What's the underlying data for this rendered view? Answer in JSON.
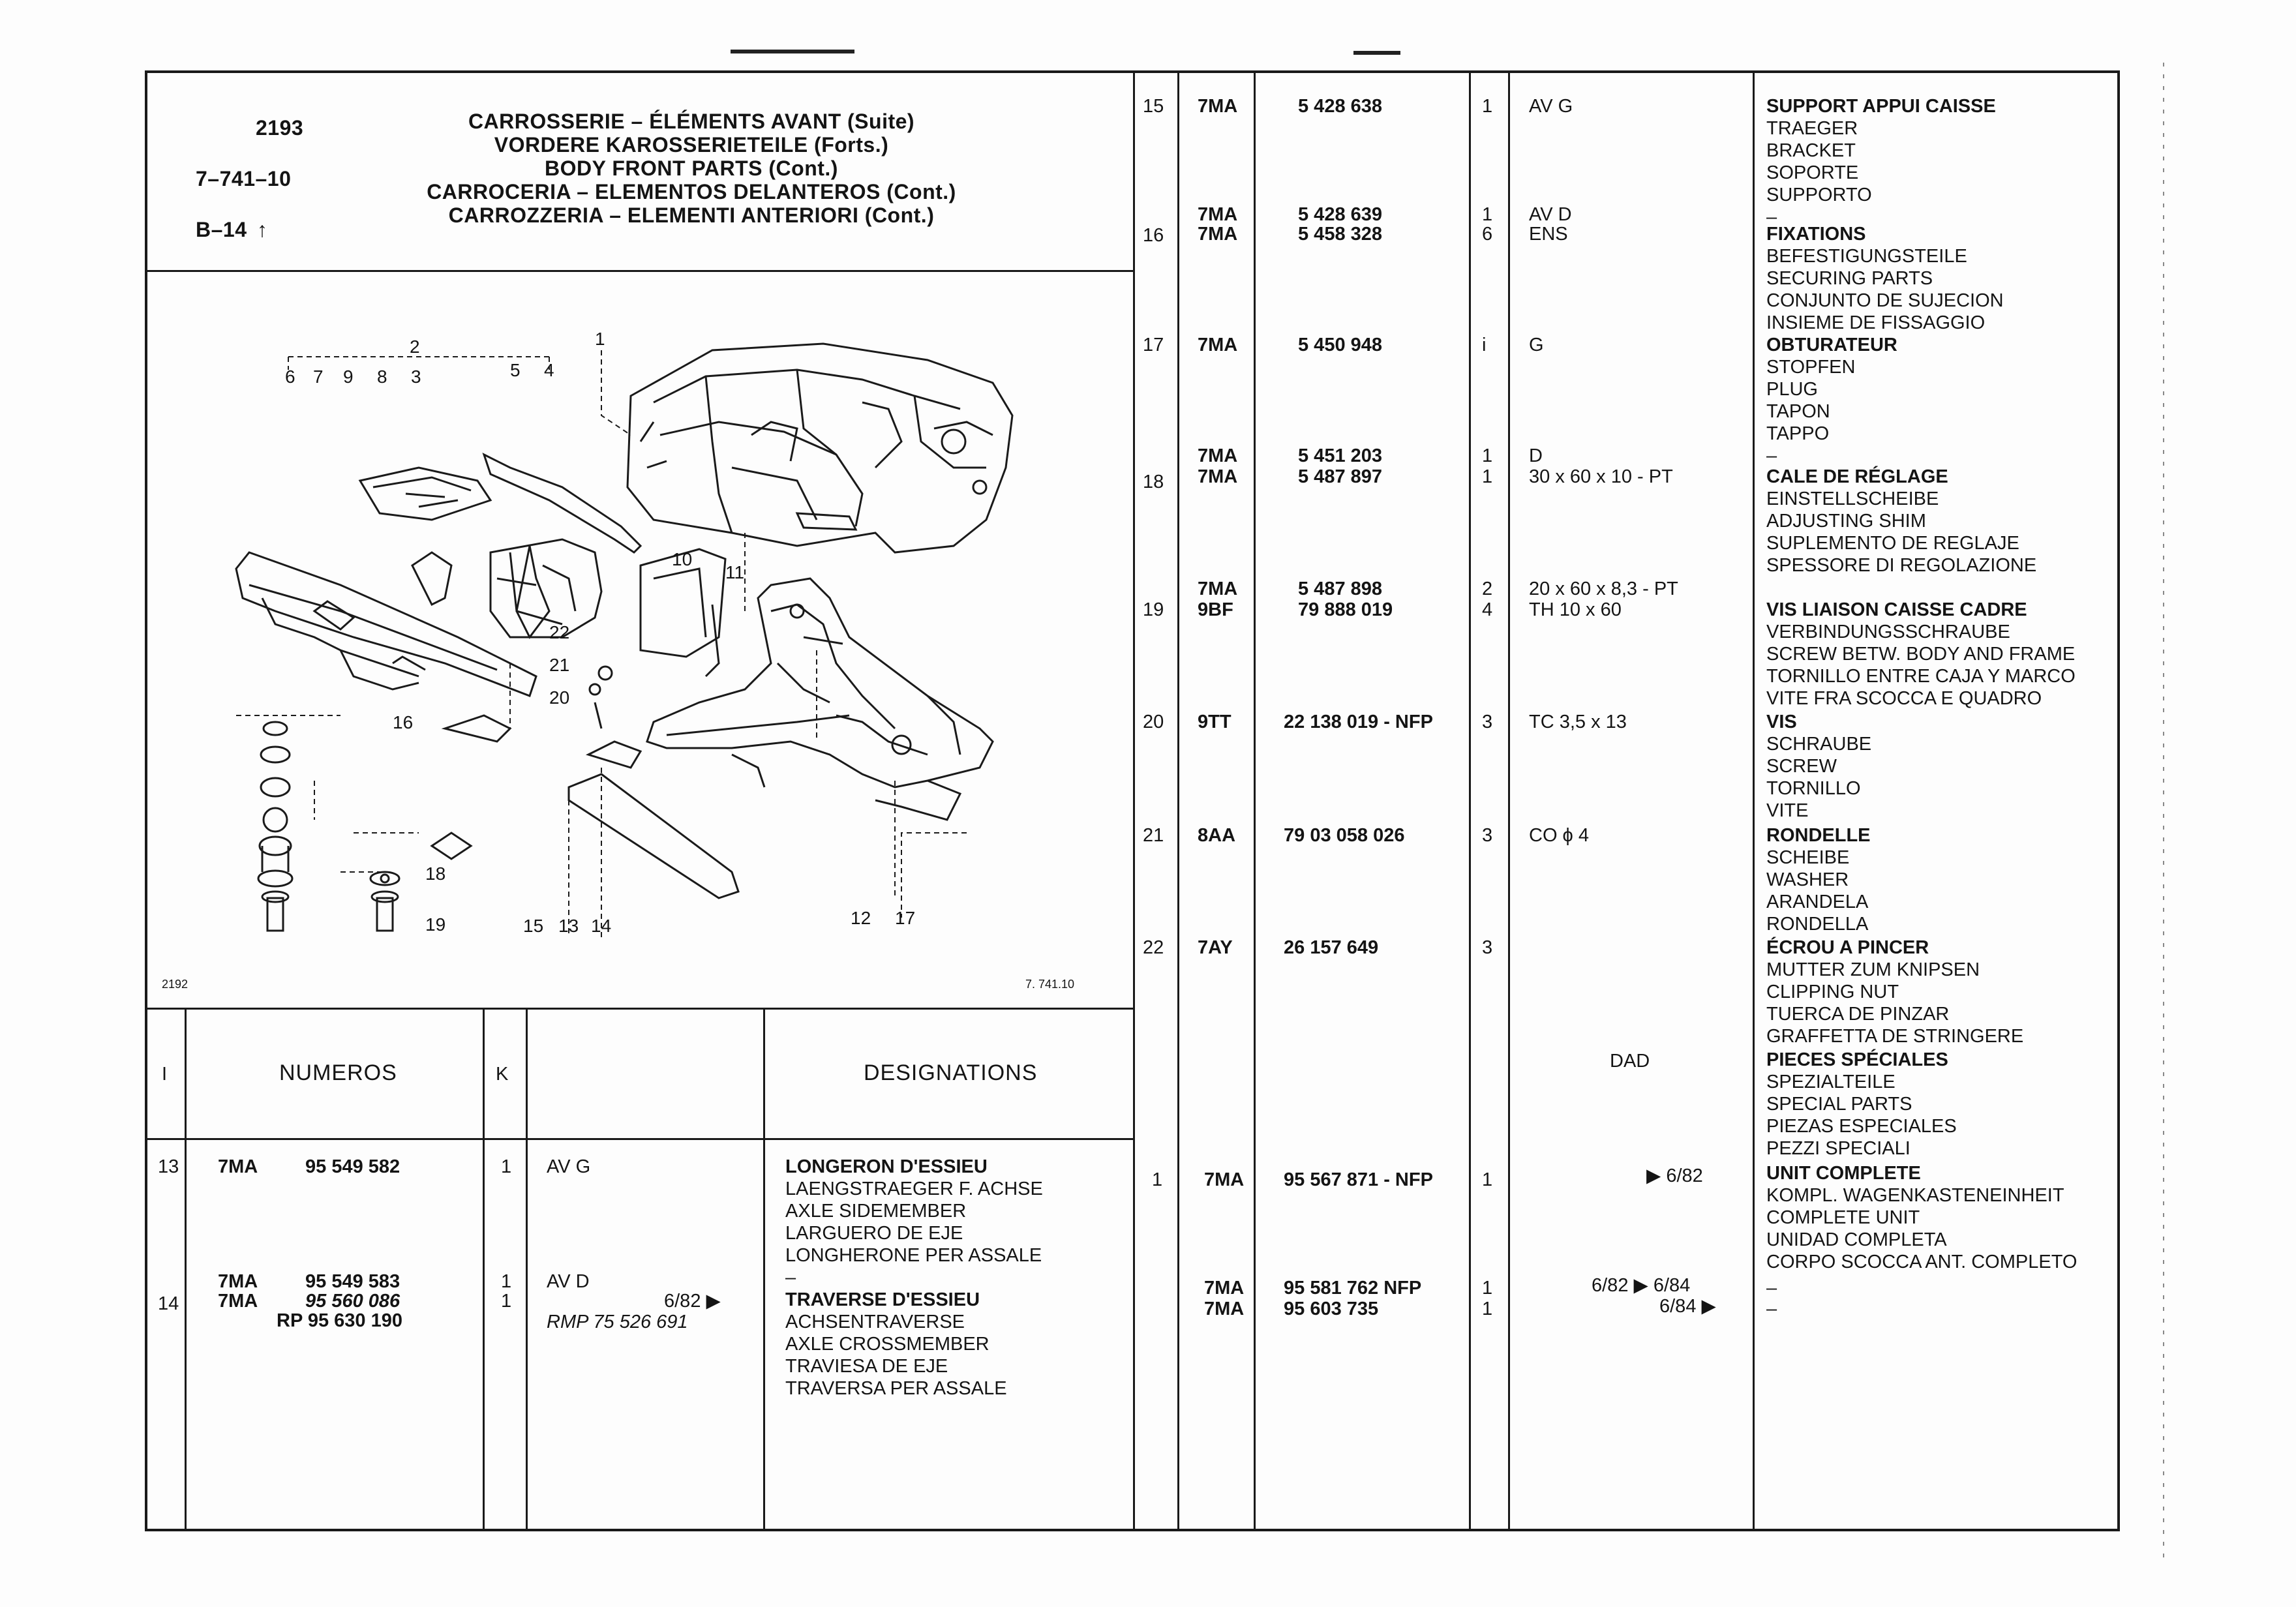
{
  "header": {
    "code": "2193",
    "ref1": "7–741–10",
    "ref2": "B–14",
    "titles": [
      "CARROSSERIE – ÉLÉMENTS AVANT (Suite)",
      "VORDERE KAROSSERIETEILE (Forts.)",
      "BODY FRONT PARTS (Cont.)",
      "CARROCERIA – ELEMENTOS DELANTEROS (Cont.)",
      "CARROZZERIA – ELEMENTI ANTERIORI (Cont.)"
    ]
  },
  "figure": {
    "code_left": "2192",
    "code_right": "7. 741.10",
    "callouts": [
      "1",
      "2",
      "3",
      "4",
      "5",
      "6",
      "7",
      "8",
      "9",
      "10",
      "11",
      "12",
      "13",
      "14",
      "15",
      "16",
      "17",
      "18",
      "19",
      "20",
      "21",
      "22"
    ]
  },
  "table_header": {
    "col_index": "I",
    "col_numbers": "NUMEROS",
    "col_k": "K",
    "col_designations": "DESIGNATIONS"
  },
  "left_rows": [
    {
      "index": "13",
      "prefixes": [
        "7MA"
      ],
      "numbers": [
        "95 549 582"
      ],
      "qty": [
        "1"
      ],
      "spec": [
        "AV G"
      ],
      "designations": [
        "LONGERON D'ESSIEU",
        "LAENGSTRAEGER F. ACHSE",
        "AXLE SIDEMEMBER",
        "LARGUERO DE EJE",
        "LONGHERONE PER ASSALE",
        "–"
      ]
    },
    {
      "index": "14",
      "prefixes": [
        "7MA",
        "7MA"
      ],
      "numbers": [
        "95 549 583",
        "95 560 086",
        "RP 95 630 190"
      ],
      "qty": [
        "1",
        "1"
      ],
      "spec": [
        "AV D",
        "RMP 75 526 691"
      ],
      "date": "6/82 ▶",
      "designations": [
        "TRAVERSE D'ESSIEU",
        "ACHSENTRAVERSE",
        "AXLE CROSSMEMBER",
        "TRAVIESA DE EJE",
        "TRAVERSA PER ASSALE"
      ]
    }
  ],
  "right_rows": [
    {
      "index": "15",
      "prefix": "7MA",
      "number": "5 428 638",
      "qty": "1",
      "spec": "AV G",
      "designations": [
        "SUPPORT APPUI CAISSE",
        "TRAEGER",
        "BRACKET",
        "SOPORTE",
        "SUPPORTO",
        "–"
      ]
    },
    {
      "index": "",
      "prefix": "7MA",
      "number": "5 428 639",
      "qty": "1",
      "spec": "AV D"
    },
    {
      "index": "16",
      "prefix": "7MA",
      "number": "5 458 328",
      "qty": "6",
      "spec": "ENS",
      "designations": [
        "FIXATIONS",
        "BEFESTIGUNGSTEILE",
        "SECURING PARTS",
        "CONJUNTO DE SUJECION",
        "INSIEME DE FISSAGGIO"
      ]
    },
    {
      "index": "17",
      "prefix": "7MA",
      "number": "5 450 948",
      "qty": "i",
      "spec": "G",
      "designations": [
        "OBTURATEUR",
        "STOPFEN",
        "PLUG",
        "TAPON",
        "TAPPO",
        "–"
      ]
    },
    {
      "index": "",
      "prefix": "7MA",
      "number": "5 451 203",
      "qty": "1",
      "spec": "D"
    },
    {
      "index": "18",
      "prefix": "7MA",
      "number": "5 487 897",
      "qty": "1",
      "spec": "30 x 60 x 10 - PT",
      "designations": [
        "CALE DE RÉGLAGE",
        "EINSTELLSCHEIBE",
        "ADJUSTING SHIM",
        "SUPLEMENTO DE REGLAJE",
        "SPESSORE DI REGOLAZIONE"
      ]
    },
    {
      "index": "",
      "prefix": "7MA",
      "number": "5 487 898",
      "qty": "2",
      "spec": "20 x 60 x 8,3 - PT"
    },
    {
      "index": "19",
      "prefix": "9BF",
      "number": "79 888 019",
      "qty": "4",
      "spec": "TH 10 x 60",
      "designations": [
        "VIS LIAISON CAISSE CADRE",
        "VERBINDUNGSSCHRAUBE",
        "SCREW BETW. BODY AND FRAME",
        "TORNILLO ENTRE CAJA Y MARCO",
        "VITE FRA SCOCCA E QUADRO"
      ]
    },
    {
      "index": "20",
      "prefix": "9TT",
      "number": "22 138 019 - NFP",
      "qty": "3",
      "spec": "TC 3,5 x 13",
      "designations": [
        "VIS",
        "SCHRAUBE",
        "SCREW",
        "TORNILLO",
        "VITE"
      ]
    },
    {
      "index": "21",
      "prefix": "8AA",
      "number": "79 03 058 026",
      "qty": "3",
      "spec": "CO ϕ 4",
      "designations": [
        "RONDELLE",
        "SCHEIBE",
        "WASHER",
        "ARANDELA",
        "RONDELLA"
      ]
    },
    {
      "index": "22",
      "prefix": "7AY",
      "number": "26 157 649",
      "qty": "3",
      "spec": "",
      "designations": [
        "ÉCROU A PINCER",
        "MUTTER ZUM KNIPSEN",
        "CLIPPING NUT",
        "TUERCA DE PINZAR",
        "GRAFFETTA DE STRINGERE"
      ]
    },
    {
      "index": "",
      "prefix": "",
      "number": "",
      "qty": "",
      "spec": "DAD",
      "designations": [
        "PIECES SPÉCIALES",
        "SPEZIALTEILE",
        "SPECIAL PARTS",
        "PIEZAS ESPECIALES",
        "PEZZI SPECIALI"
      ]
    },
    {
      "index": "1",
      "prefix": "7MA",
      "number": "95 567 871 - NFP",
      "qty": "1",
      "spec": "▶ 6/82",
      "designations": [
        "UNIT COMPLETE",
        "KOMPL. WAGENKASTENEINHEIT",
        "COMPLETE UNIT",
        "UNIDAD COMPLETA",
        "CORPO SCOCCA ANT. COMPLETO"
      ]
    },
    {
      "index": "",
      "prefix": "7MA",
      "number": "95 581 762 NFP",
      "qty": "1",
      "spec": "6/82 ▶ 6/84",
      "designations": [
        "–"
      ]
    },
    {
      "index": "",
      "prefix": "7MA",
      "number": "95 603 735",
      "qty": "1",
      "spec": "6/84 ▶",
      "designations": [
        "–"
      ]
    }
  ],
  "colors": {
    "ink": "#141414",
    "paper": "#fdfdfd"
  }
}
